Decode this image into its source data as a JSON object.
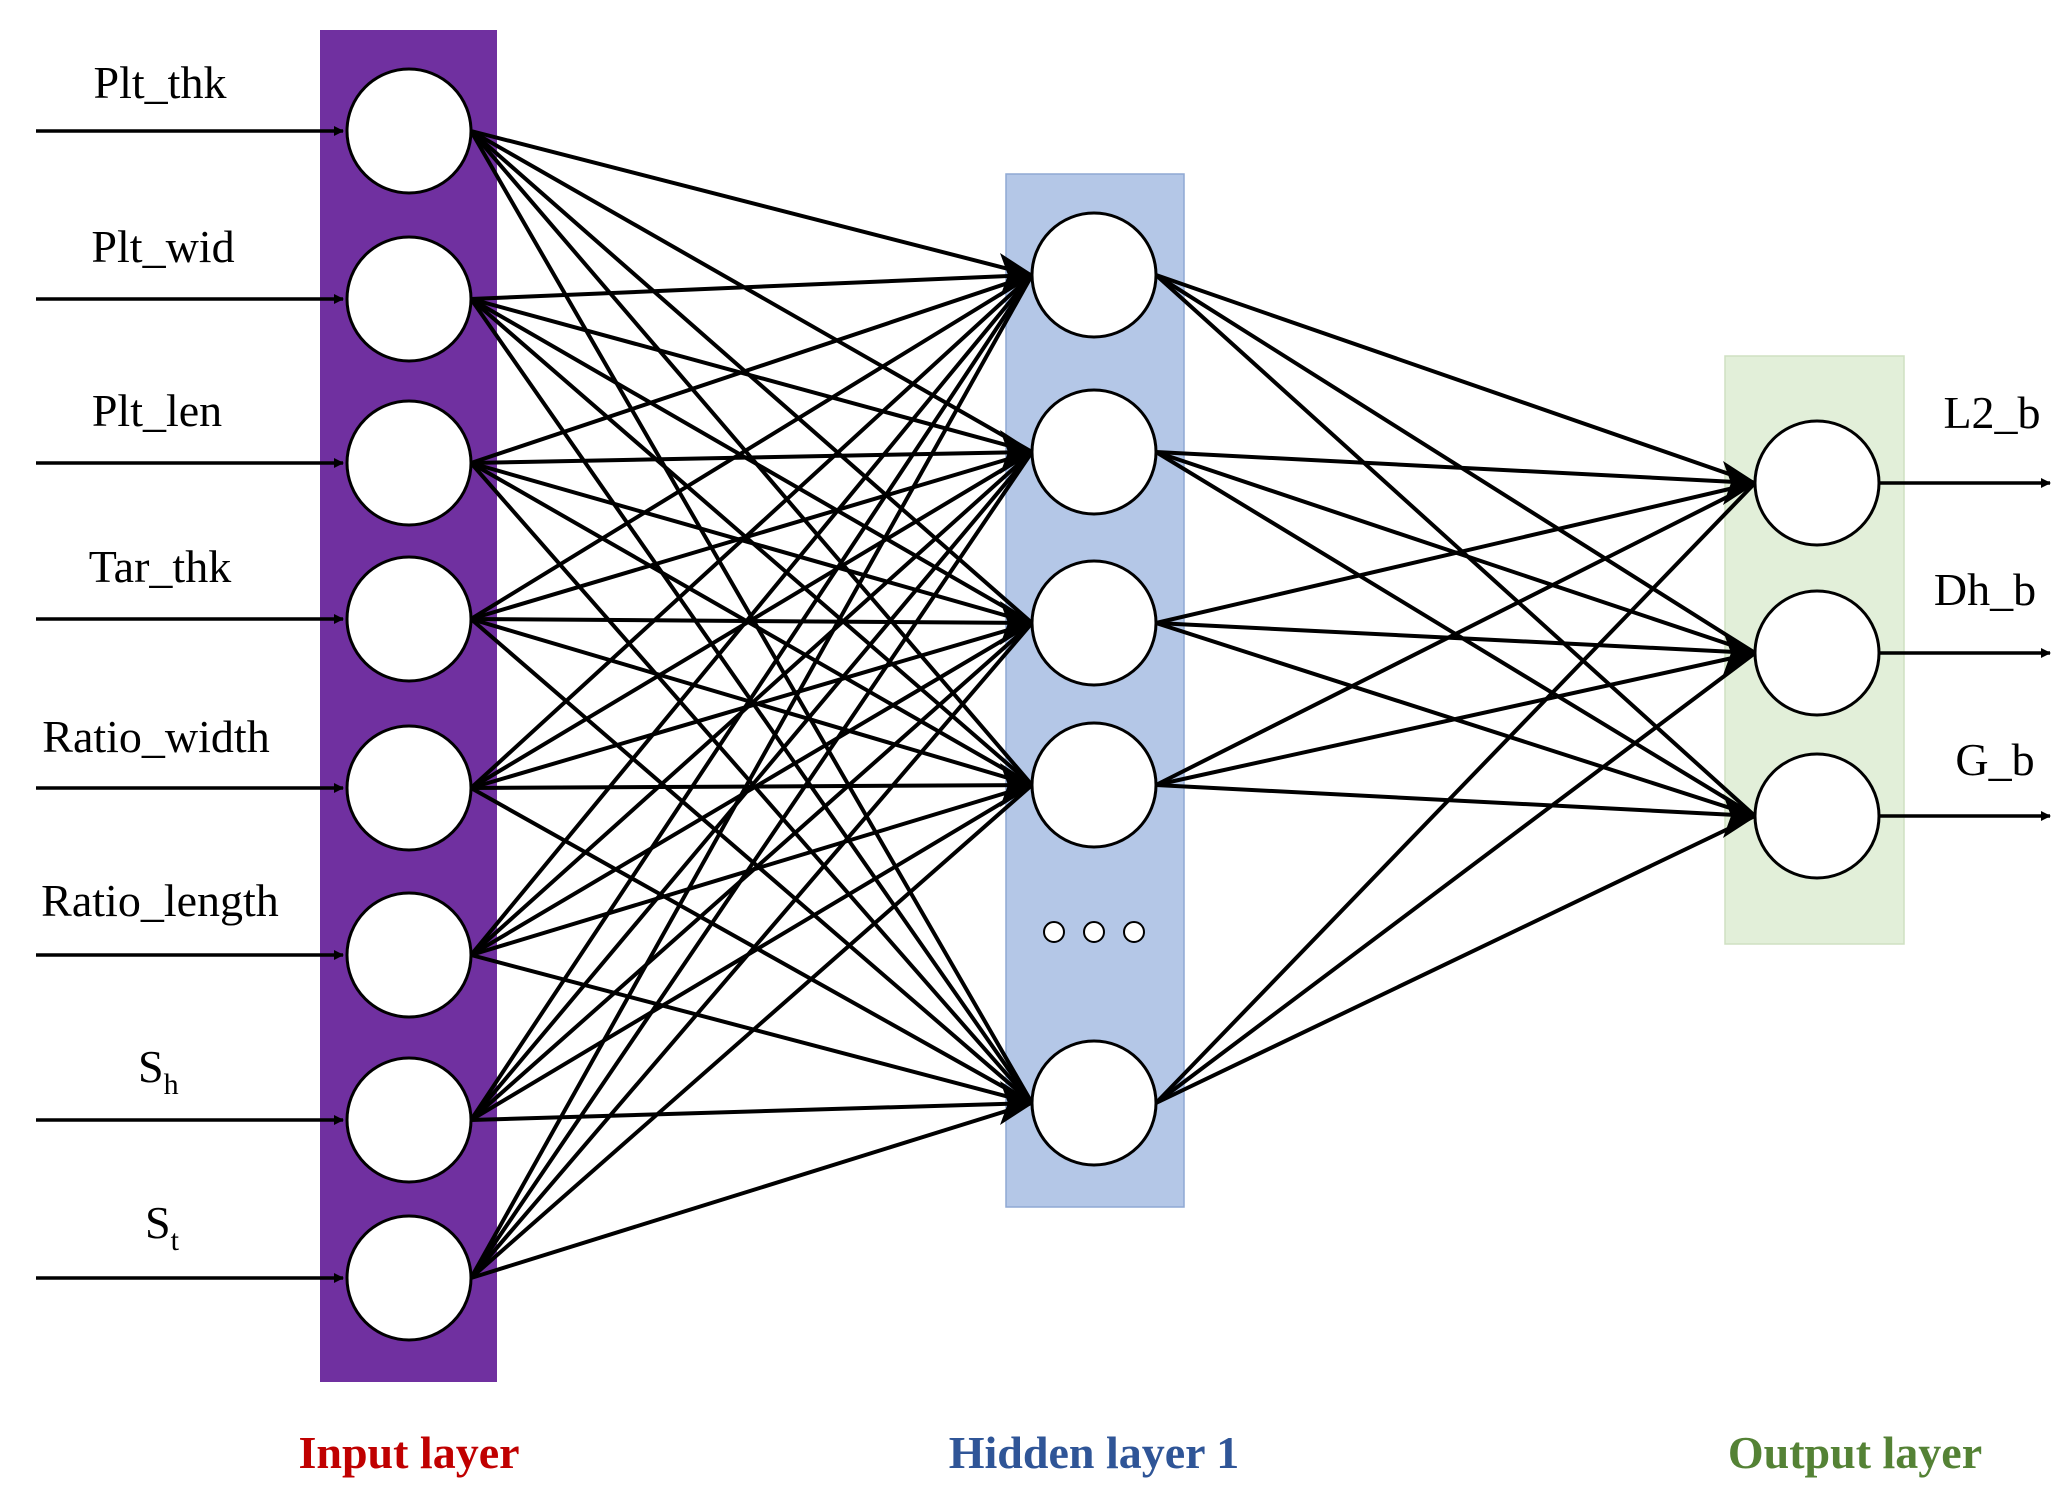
{
  "diagram": {
    "inputs": [
      {
        "label": "Plt_thk"
      },
      {
        "label": "Plt_wid"
      },
      {
        "label": "Plt_len"
      },
      {
        "label": "Tar_thk"
      },
      {
        "label": "Ratio_width"
      },
      {
        "label": "Ratio_length"
      },
      {
        "label": "S",
        "sub": "h"
      },
      {
        "label": "S",
        "sub": "t"
      }
    ],
    "hidden_node_count": 5,
    "hidden_ellipsis": "…",
    "outputs": [
      {
        "label": "L2_b"
      },
      {
        "label": "Dh_b"
      },
      {
        "label": "G_b"
      }
    ],
    "captions": {
      "input": "Input layer",
      "hidden": "Hidden layer 1",
      "output": "Output layer"
    },
    "colors": {
      "input_panel": "#7030a0",
      "hidden_panel": "#b4c7e7",
      "output_panel": "#e2efd9",
      "input_caption": "#c00000",
      "hidden_caption": "#2f5597",
      "output_caption": "#548235",
      "stroke": "#000000"
    }
  }
}
